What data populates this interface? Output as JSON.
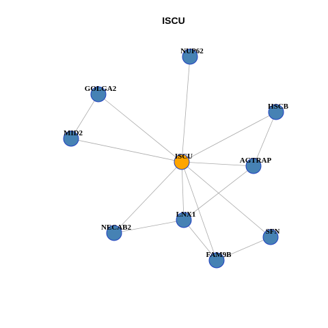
{
  "title": "ISCU",
  "colors": {
    "hub_fill": "#ffa500",
    "node_fill": "#4682b4",
    "node_stroke": "#1f3fbf",
    "edge": "#a9a9a9"
  },
  "nodes": [
    {
      "id": "ISCU",
      "label": "ISCU",
      "type": "hub"
    },
    {
      "id": "NUP62",
      "label": "NUP62",
      "type": "neighbor"
    },
    {
      "id": "GOLGA2",
      "label": "GOLGA2",
      "type": "neighbor"
    },
    {
      "id": "HSCB",
      "label": "HSCB",
      "type": "neighbor"
    },
    {
      "id": "MID2",
      "label": "MID2",
      "type": "neighbor"
    },
    {
      "id": "AGTRAP",
      "label": "AGTRAP",
      "type": "neighbor"
    },
    {
      "id": "LNX1",
      "label": "LNX1",
      "type": "neighbor"
    },
    {
      "id": "NECAB2",
      "label": "NECAB2",
      "type": "neighbor"
    },
    {
      "id": "SFN",
      "label": "SFN",
      "type": "neighbor"
    },
    {
      "id": "FAM9B",
      "label": "FAM9B",
      "type": "neighbor"
    }
  ],
  "edges": [
    [
      "ISCU",
      "NUP62"
    ],
    [
      "ISCU",
      "GOLGA2"
    ],
    [
      "ISCU",
      "HSCB"
    ],
    [
      "ISCU",
      "MID2"
    ],
    [
      "ISCU",
      "AGTRAP"
    ],
    [
      "ISCU",
      "LNX1"
    ],
    [
      "ISCU",
      "NECAB2"
    ],
    [
      "ISCU",
      "SFN"
    ],
    [
      "ISCU",
      "FAM9B"
    ],
    [
      "GOLGA2",
      "MID2"
    ],
    [
      "HSCB",
      "AGTRAP"
    ],
    [
      "AGTRAP",
      "LNX1"
    ],
    [
      "LNX1",
      "NECAB2"
    ],
    [
      "LNX1",
      "FAM9B"
    ],
    [
      "FAM9B",
      "SFN"
    ]
  ]
}
